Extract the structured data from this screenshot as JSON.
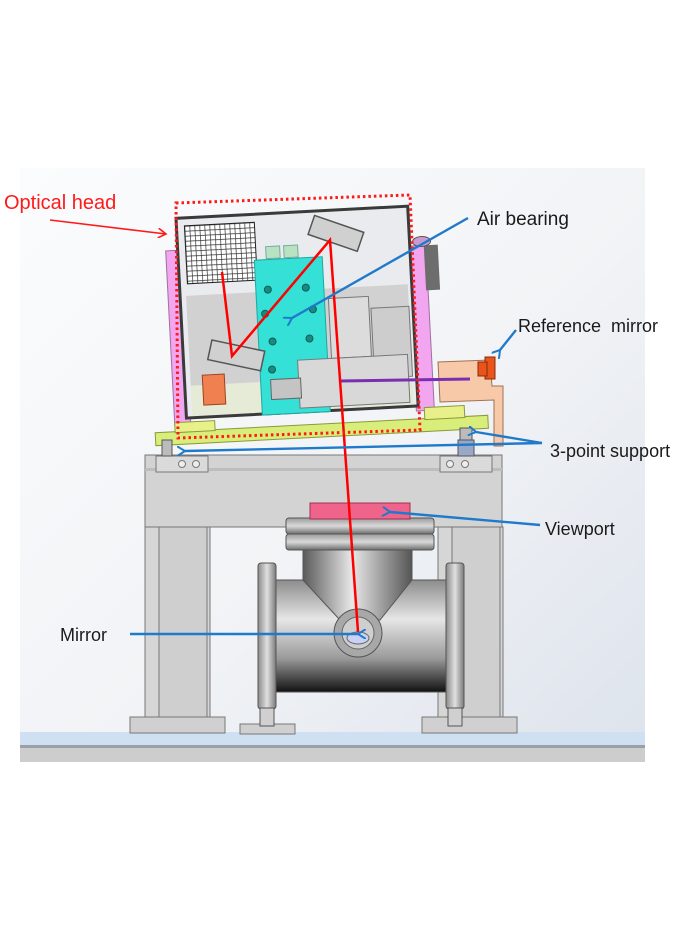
{
  "figure": {
    "title": "Optical head assembly on vacuum chamber stand",
    "labels": {
      "optical_head": "Optical head",
      "air_bearing": "Air bearing",
      "reference_mirror": "Reference  mirror",
      "three_point_support": "3-point support",
      "viewport": "Viewport",
      "mirror": "Mirror"
    },
    "colors": {
      "optical_head_label": "#ff1a1a",
      "leader_lines": "#1f7acb",
      "beam_path": "#ff0000",
      "reference_beam": "#7a2fb0",
      "air_bearing_plate": "#35e0d6",
      "side_brackets": "#f2a6f0",
      "base_plate": "#d9ee7a",
      "viewport": "#f0648c",
      "reference_mirror_arm": "#f8c9a8",
      "reference_mirror_mount": "#e8541a",
      "stand": "#d2d2d2",
      "floor": "#cfe0f2",
      "background_top": "#f7f8fa",
      "background_right": "#dfe4ec"
    }
  }
}
